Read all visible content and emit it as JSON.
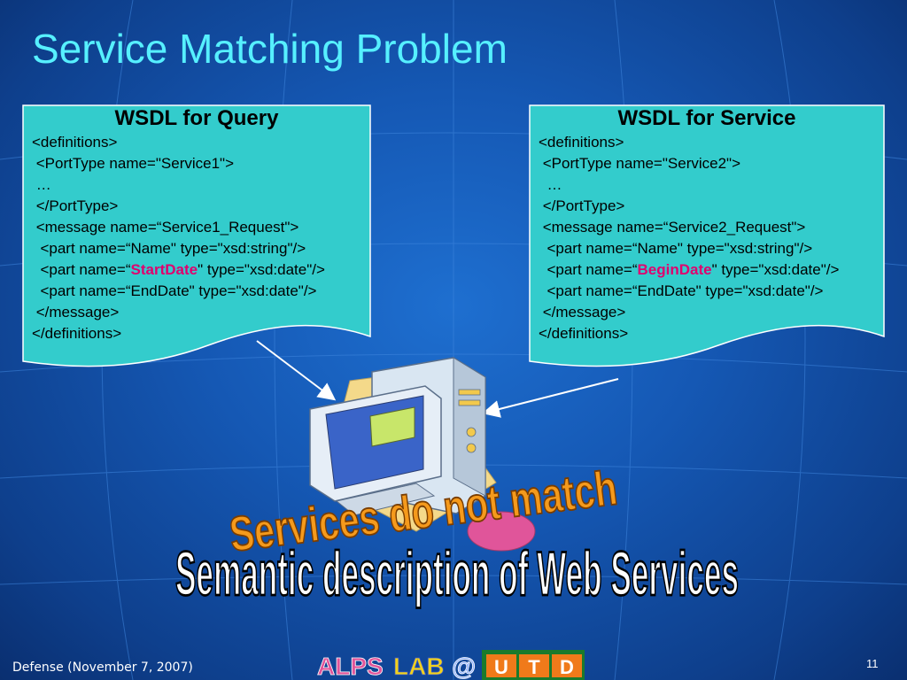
{
  "slide": {
    "title": "Service Matching Problem",
    "page_number": "11",
    "footer_date": "Defense (November 7, 2007)"
  },
  "query_doc": {
    "heading": "WSDL for Query",
    "lines": [
      "<definitions>",
      " <PortType name=\"Service1\">",
      " …",
      " </PortType>",
      " <message name=“Service1_Request\">",
      "  <part name=“Name\" type=\"xsd:string\"/>",
      "  <part name=“",
      "  <part name=“EndDate\" type=\"xsd:date\"/>",
      " </message>",
      "</definitions>"
    ],
    "highlight_line": {
      "prefix": "  <part name=“",
      "term": "StartDate",
      "suffix": "\" type=\"xsd:date\"/>"
    }
  },
  "service_doc": {
    "heading": "WSDL for Service",
    "lines": [
      "<definitions>",
      " <PortType name=\"Service2\">",
      "  …",
      " </PortType>",
      " <message name=“Service2_Request\">",
      "  <part name=“Name\" type=\"xsd:string\"/>",
      "  <part name=“",
      "  <part name=“EndDate\" type=\"xsd:date\"/>",
      " </message>",
      "</definitions>"
    ],
    "highlight_line": {
      "prefix": "  <part name=“",
      "term": "BeginDate",
      "suffix": "\" type=\"xsd:date\"/>"
    }
  },
  "wordart": {
    "mismatch": "Services do not match",
    "semantic": "Semantic description of Web Services"
  },
  "logo": {
    "alps": "ALPS",
    "lab": "LAB",
    "at": "@",
    "utd_u": "U",
    "utd_t": "T",
    "utd_d": "D"
  },
  "colors": {
    "title": "#56f0ff",
    "doc_fill": "#33cccc",
    "highlight": "#e0006e",
    "wordart_orange": "#f59a1c",
    "background": "#1558b4"
  }
}
